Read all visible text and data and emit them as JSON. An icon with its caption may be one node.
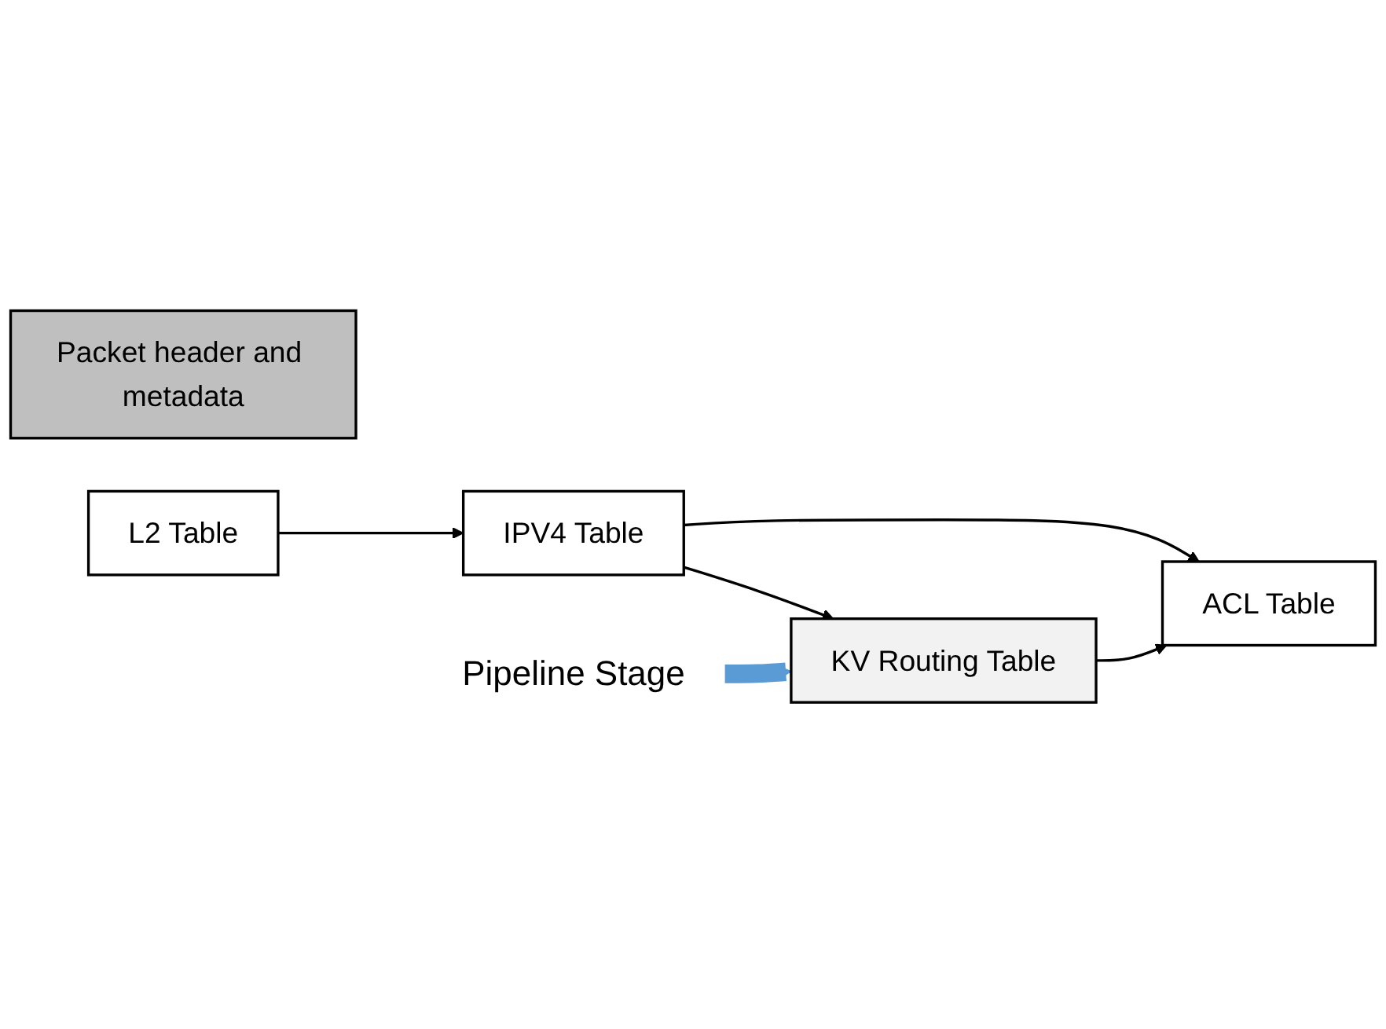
{
  "diagram": {
    "nodes": [
      {
        "text": [
          "Packet header and metadata"
        ]
      },
      {
        "text": [
          "L2 Table"
        ]
      },
      {
        "text": [
          "IPV4 Table"
        ]
      },
      {
        "text": [
          "KV Routing Table"
        ]
      },
      {
        "text": [
          "ACL Table"
        ]
      },
      {
        "text": [
          "Pipeline Stage"
        ]
      }
    ],
    "edges": [
      {
        "from": 1,
        "to": 2,
        "arrow": "to"
      },
      {
        "from": 2,
        "to": 4,
        "arrow": "to"
      },
      {
        "from": 2,
        "to": 3,
        "arrow": "to"
      },
      {
        "from": 3,
        "to": 4,
        "arrow": "to"
      },
      {
        "from": 5,
        "to": 3,
        "arrow": "to",
        "style": "thick",
        "color": "#5b9bd5"
      }
    ]
  }
}
